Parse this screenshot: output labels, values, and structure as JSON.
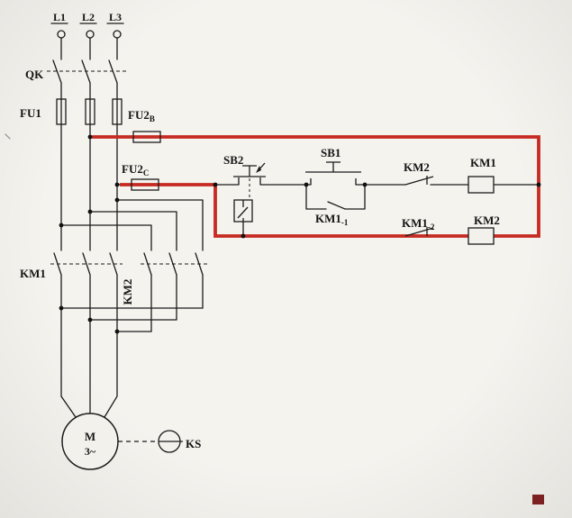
{
  "diagram": {
    "type": "electrical-control-circuit-schematic",
    "colors": {
      "wire": "#1b1b1b",
      "highlight": "#c62a22",
      "paper": "#f2f1ec",
      "corner_square": "#7c2022"
    },
    "labels": {
      "l1": "L1",
      "l2": "L2",
      "l3": "L3",
      "qk": "QK",
      "fu1": "FU1",
      "fu2b": {
        "main": "FU2",
        "sub": "B"
      },
      "fu2c": {
        "main": "FU2",
        "sub": "C"
      },
      "sb2": "SB2",
      "sb1": "SB1",
      "km1_aux1": {
        "main": "KM1",
        "sub": "-1"
      },
      "km2_interlock": "KM2",
      "km1_coil": "KM1",
      "km1_aux2": {
        "main": "KM1",
        "sub": "-2"
      },
      "km2_coil": "KM2",
      "km1_main": "KM1",
      "km2_main": "KM2",
      "motor": {
        "letter": "M",
        "phases": "3~"
      },
      "ks": "KS"
    }
  }
}
